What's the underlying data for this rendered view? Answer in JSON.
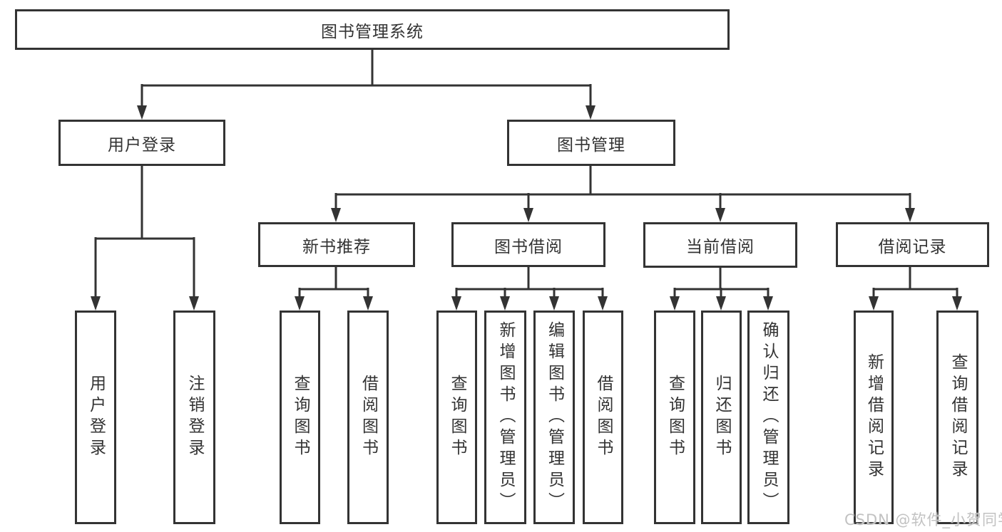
{
  "diagram": {
    "root": "图书管理系统",
    "level2": {
      "user_login": {
        "label": "用户登录",
        "children": [
          "用户登录",
          "注销登录"
        ]
      },
      "book_mgmt": {
        "label": "图书管理",
        "groups": [
          {
            "label": "新书推荐",
            "children": [
              "查询图书",
              "借阅图书"
            ]
          },
          {
            "label": "图书借阅",
            "children": [
              "查询图书",
              "新增图书（管理员）",
              "编辑图书（管理员）",
              "借阅图书"
            ]
          },
          {
            "label": "当前借阅",
            "children": [
              "查询图书",
              "归还图书",
              "确认归还（管理员）"
            ]
          },
          {
            "label": "借阅记录",
            "children": [
              "新增借阅记录",
              "查询借阅记录"
            ]
          }
        ]
      }
    }
  },
  "watermark": "CSDN @软件_小贺同学",
  "colors": {
    "line": "#333333",
    "text": "#333333",
    "background": "#ffffff",
    "watermark": "#c2c2c2"
  }
}
